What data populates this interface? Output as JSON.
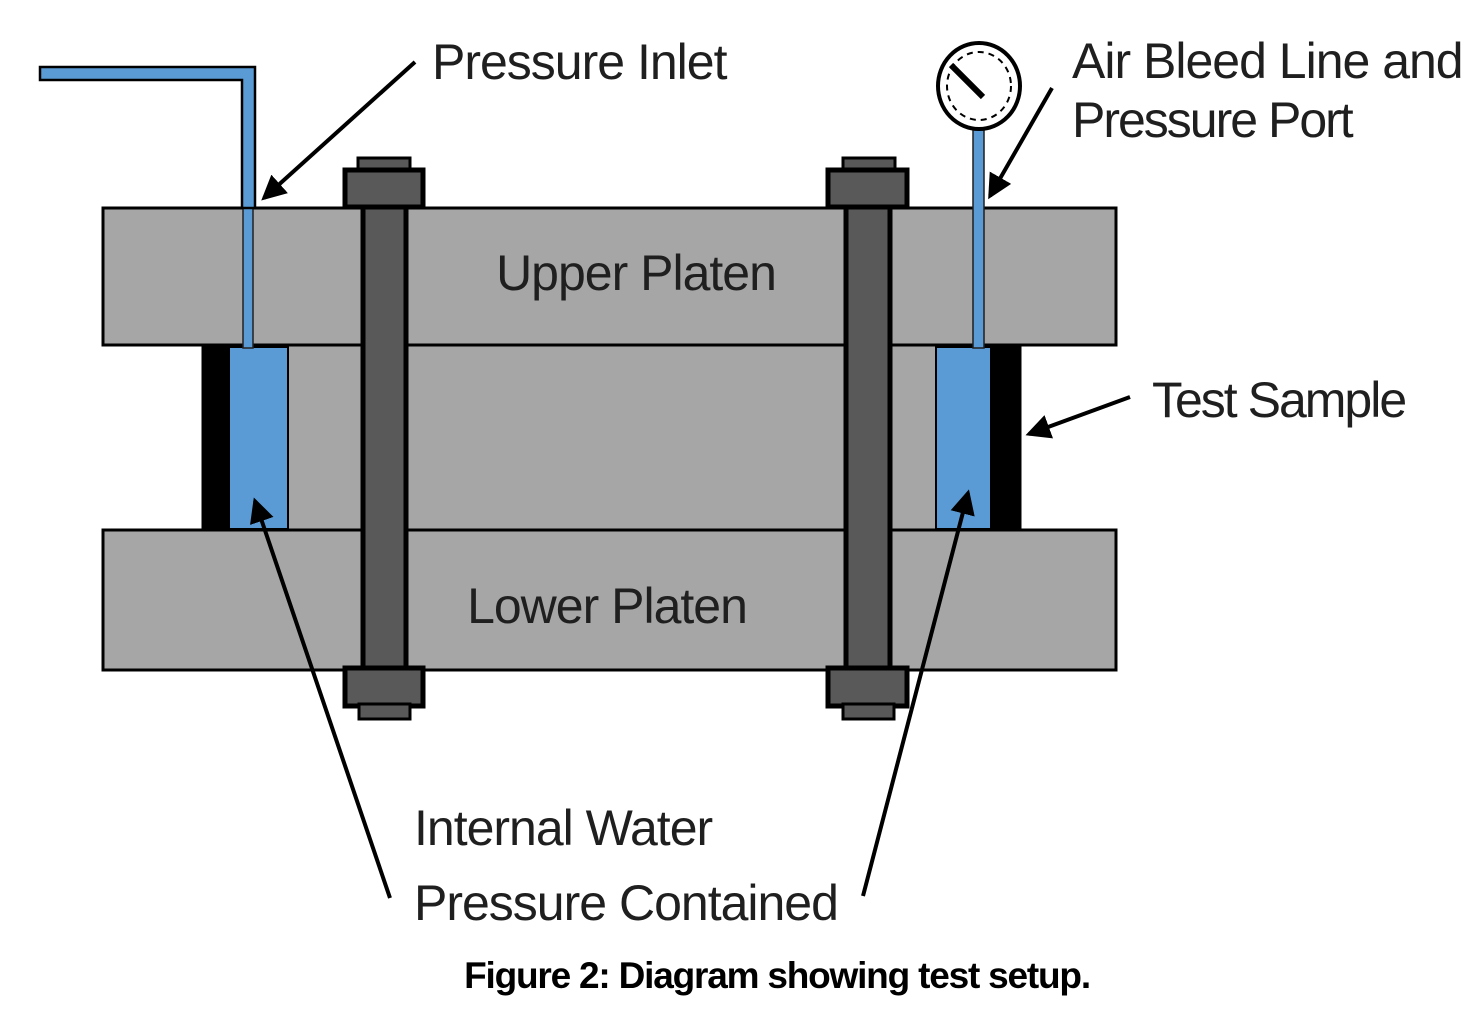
{
  "figure": {
    "caption": "Figure 2: Diagram showing test setup.",
    "labels": {
      "pressure_inlet": "Pressure Inlet",
      "air_bleed_line1": "Air Bleed Line and",
      "air_bleed_line2": "Pressure Port",
      "test_sample": "Test Sample",
      "upper_platen": "Upper Platen",
      "lower_platen": "Lower Platen",
      "internal_water_line1": "Internal Water",
      "internal_water_line2": "Pressure Contained"
    },
    "colors": {
      "water_blue": "#5b9bd5",
      "platen_gray": "#a6a6a6",
      "bolt_gray": "#595959",
      "sample_black": "#000000",
      "outline_black": "#000000",
      "text_dark": "#1f1f1f",
      "background": "#ffffff"
    }
  }
}
